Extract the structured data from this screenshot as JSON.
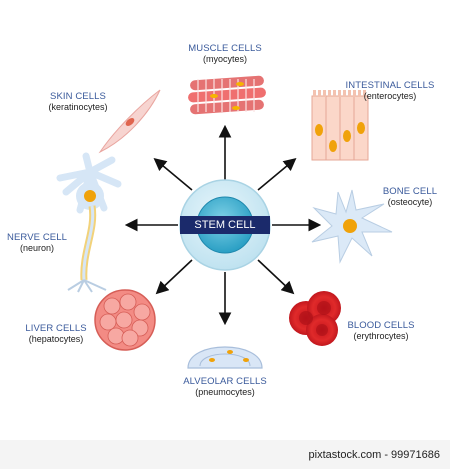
{
  "center": {
    "label": "STEM CELL"
  },
  "cells": [
    {
      "key": "skin",
      "title": "SKIN CELLS",
      "sub": "(keratinocytes)"
    },
    {
      "key": "muscle",
      "title": "MUSCLE CELLS",
      "sub": "(myocytes)"
    },
    {
      "key": "intestinal",
      "title": "INTESTINAL CELLS",
      "sub": "(enterocytes)"
    },
    {
      "key": "bone",
      "title": "BONE CELL",
      "sub": "(osteocyte)"
    },
    {
      "key": "nerve",
      "title": "NERVE CELL",
      "sub": "(neuron)"
    },
    {
      "key": "liver",
      "title": "LIVER CELLS",
      "sub": "(hepatocytes)"
    },
    {
      "key": "alveolar",
      "title": "ALVEOLAR CELLS",
      "sub": "(pneumocytes)"
    },
    {
      "key": "blood",
      "title": "BLOOD CELLS",
      "sub": "(erythrocytes)"
    }
  ],
  "footer": {
    "credit": "pixtastock.com - 99971686"
  },
  "colors": {
    "label": "#3a5a9b",
    "arrow": "#111111",
    "center_label_bg": "#1b2a6b"
  }
}
